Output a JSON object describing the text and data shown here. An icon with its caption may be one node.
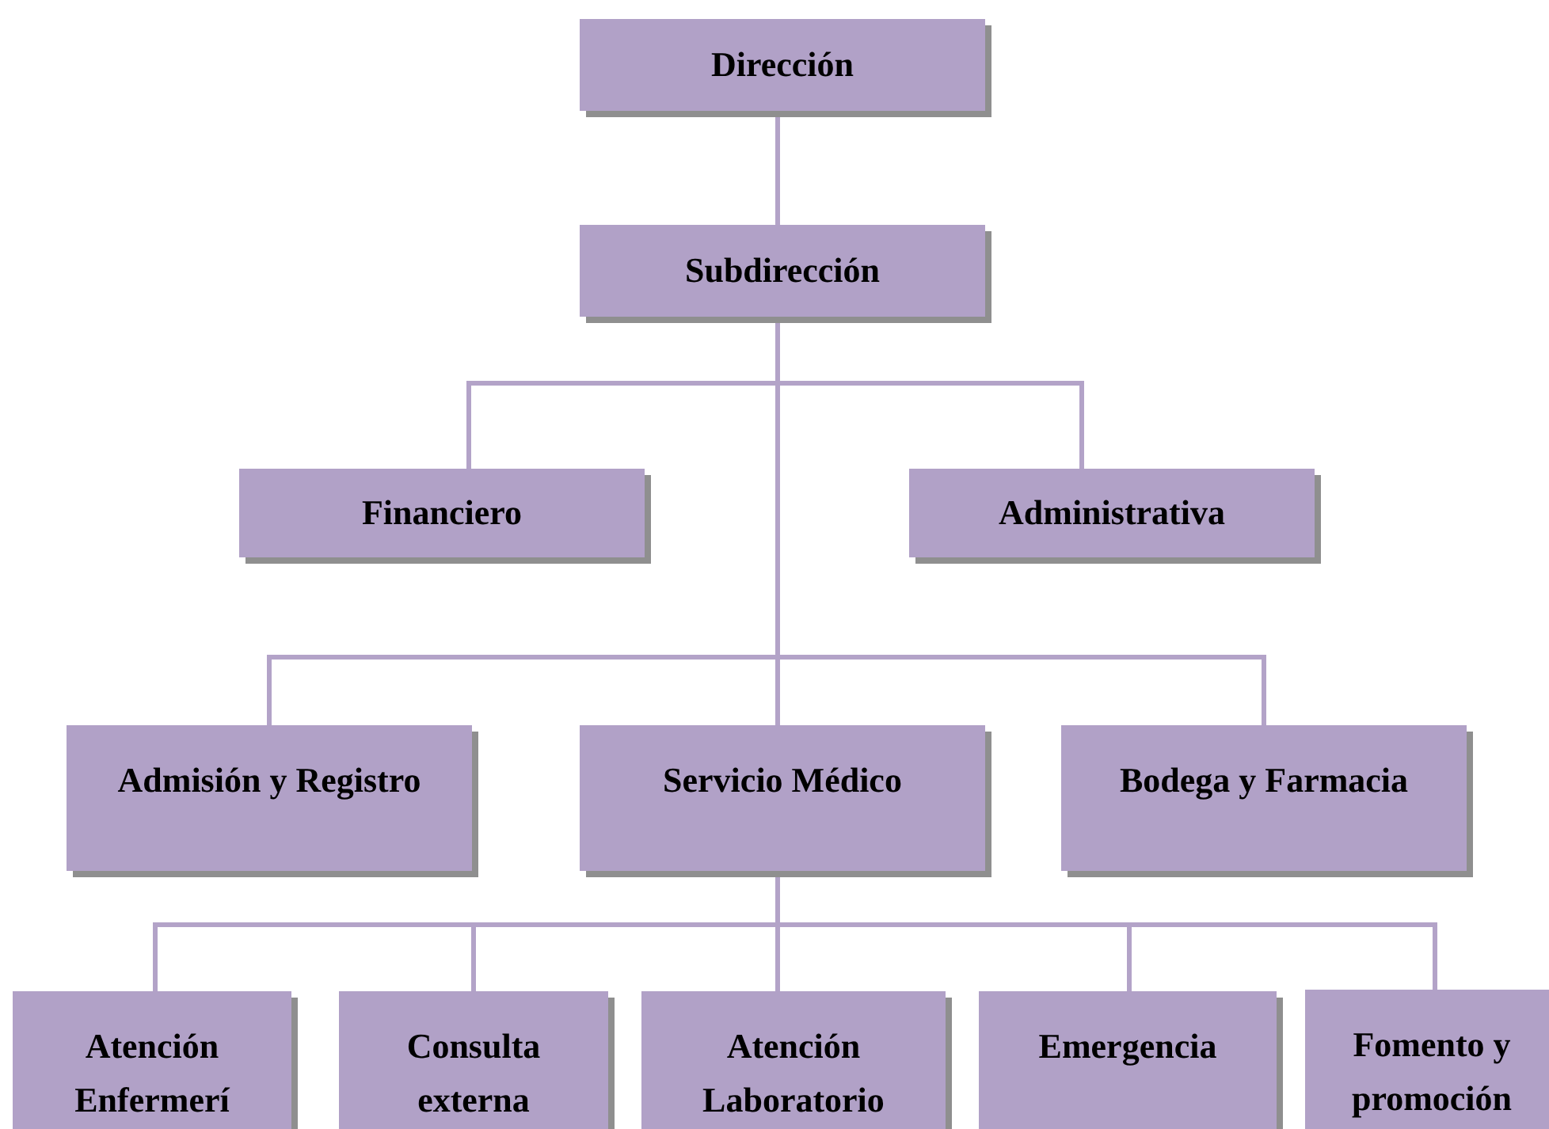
{
  "diagram": {
    "nodes": [
      {
        "text": [
          "Dirección"
        ]
      },
      {
        "text": [
          "Subdirección"
        ]
      },
      {
        "text": [
          "Financiero"
        ]
      },
      {
        "text": [
          "Administrativa"
        ]
      },
      {
        "text": [
          "Admisión y Registro"
        ]
      },
      {
        "text": [
          "Servicio Médico"
        ]
      },
      {
        "text": [
          "Bodega y Farmacia"
        ]
      },
      {
        "text": [
          "Atención Enfermerí"
        ]
      },
      {
        "text": [
          "Consulta externa"
        ]
      },
      {
        "text": [
          "Atención Laboratorio"
        ]
      },
      {
        "text": [
          "Emergencia"
        ]
      },
      {
        "text": [
          "Fomento y promoción"
        ]
      }
    ],
    "edges": [
      {
        "from": 0,
        "to": 1,
        "arrow": "none"
      },
      {
        "from": 1,
        "to": 2,
        "arrow": "none"
      },
      {
        "from": 1,
        "to": 3,
        "arrow": "none"
      },
      {
        "from": 1,
        "to": 4,
        "arrow": "none"
      },
      {
        "from": 1,
        "to": 5,
        "arrow": "none"
      },
      {
        "from": 1,
        "to": 6,
        "arrow": "none"
      },
      {
        "from": 5,
        "to": 7,
        "arrow": "none"
      },
      {
        "from": 5,
        "to": 8,
        "arrow": "none"
      },
      {
        "from": 5,
        "to": 9,
        "arrow": "none"
      },
      {
        "from": 5,
        "to": 10,
        "arrow": "none"
      },
      {
        "from": 5,
        "to": 11,
        "arrow": "none"
      }
    ]
  }
}
